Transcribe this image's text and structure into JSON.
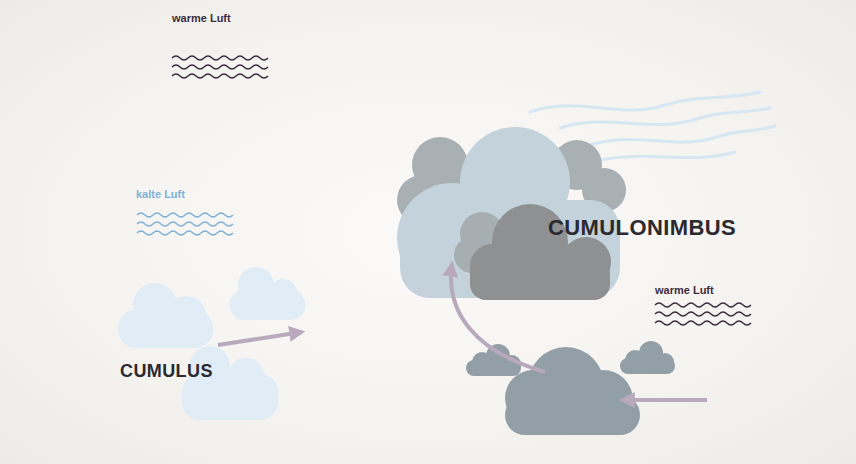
{
  "diagram": {
    "nodes": [
      {
        "text": [
          "CUMULUS"
        ]
      },
      {
        "text": [
          "CUMULONIMBUS"
        ]
      }
    ],
    "labels": [
      "warme Luft",
      "kalte Luft",
      "warme Luft"
    ]
  }
}
